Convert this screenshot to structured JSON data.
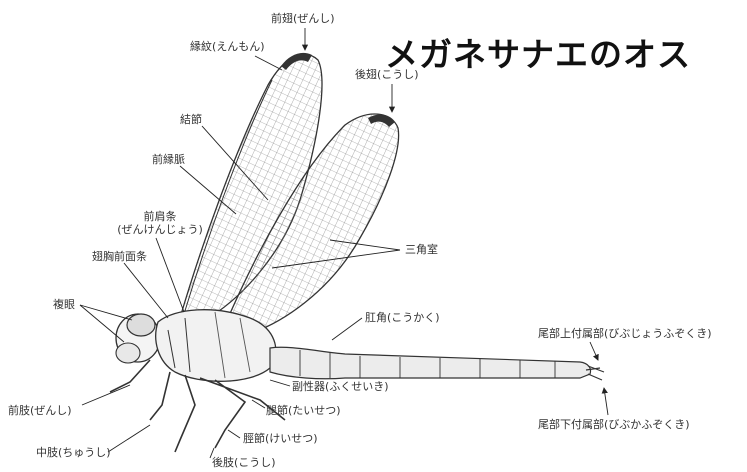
{
  "title": "メガネサナエのオス",
  "labels": {
    "forewing": "前翅(ぜんし)",
    "pterostigma": "縁紋(えんもん)",
    "hindwing": "後翅(こうし)",
    "nodus": "結節",
    "costa": "前縁脈",
    "antehumeral_line1": "前肩条",
    "antehumeral_line2": "(ぜんけんじょう)",
    "mesepisternal": "翅胸前面条",
    "compound_eye": "複眼",
    "triangle": "三角室",
    "anal_angle": "肛角(こうかく)",
    "sup_appendage": "尾部上付属部(びぶじょうふぞくき)",
    "inf_appendage": "尾部下付属部(びぶかふぞくき)",
    "genitalia": "副性器(ふくせいき)",
    "foreleg": "前肢(ぜんし)",
    "femur": "腿節(たいせつ)",
    "tibia": "脛節(けいせつ)",
    "midleg": "中肢(ちゅうし)",
    "hindleg": "後肢(こうし)"
  }
}
